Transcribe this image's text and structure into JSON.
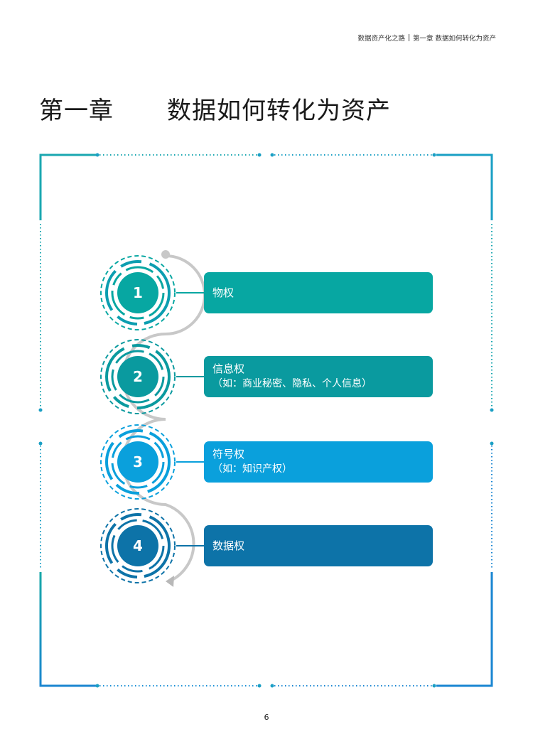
{
  "header": {
    "book_title": "数据资产化之路",
    "chapter_ref": "第一章 数据如何转化为资产"
  },
  "chapter": {
    "number": "第一章",
    "title": "数据如何转化为资产"
  },
  "items": [
    {
      "num": "1",
      "label": "物权",
      "sub": "",
      "color": "#07a7a2"
    },
    {
      "num": "2",
      "label": "信息权",
      "sub": "（如：商业秘密、隐私、个人信息）",
      "color": "#0a9a9f"
    },
    {
      "num": "3",
      "label": "符号权",
      "sub": "（如：知识产权）",
      "color": "#0aa0dc"
    },
    {
      "num": "4",
      "label": "数据权",
      "sub": "",
      "color": "#0d73a8"
    }
  ],
  "colors": {
    "frame_teal": "#1aa7b0",
    "frame_blue": "#1a8fd6",
    "connector_gray": "#c8c8c8"
  },
  "page_number": "6"
}
